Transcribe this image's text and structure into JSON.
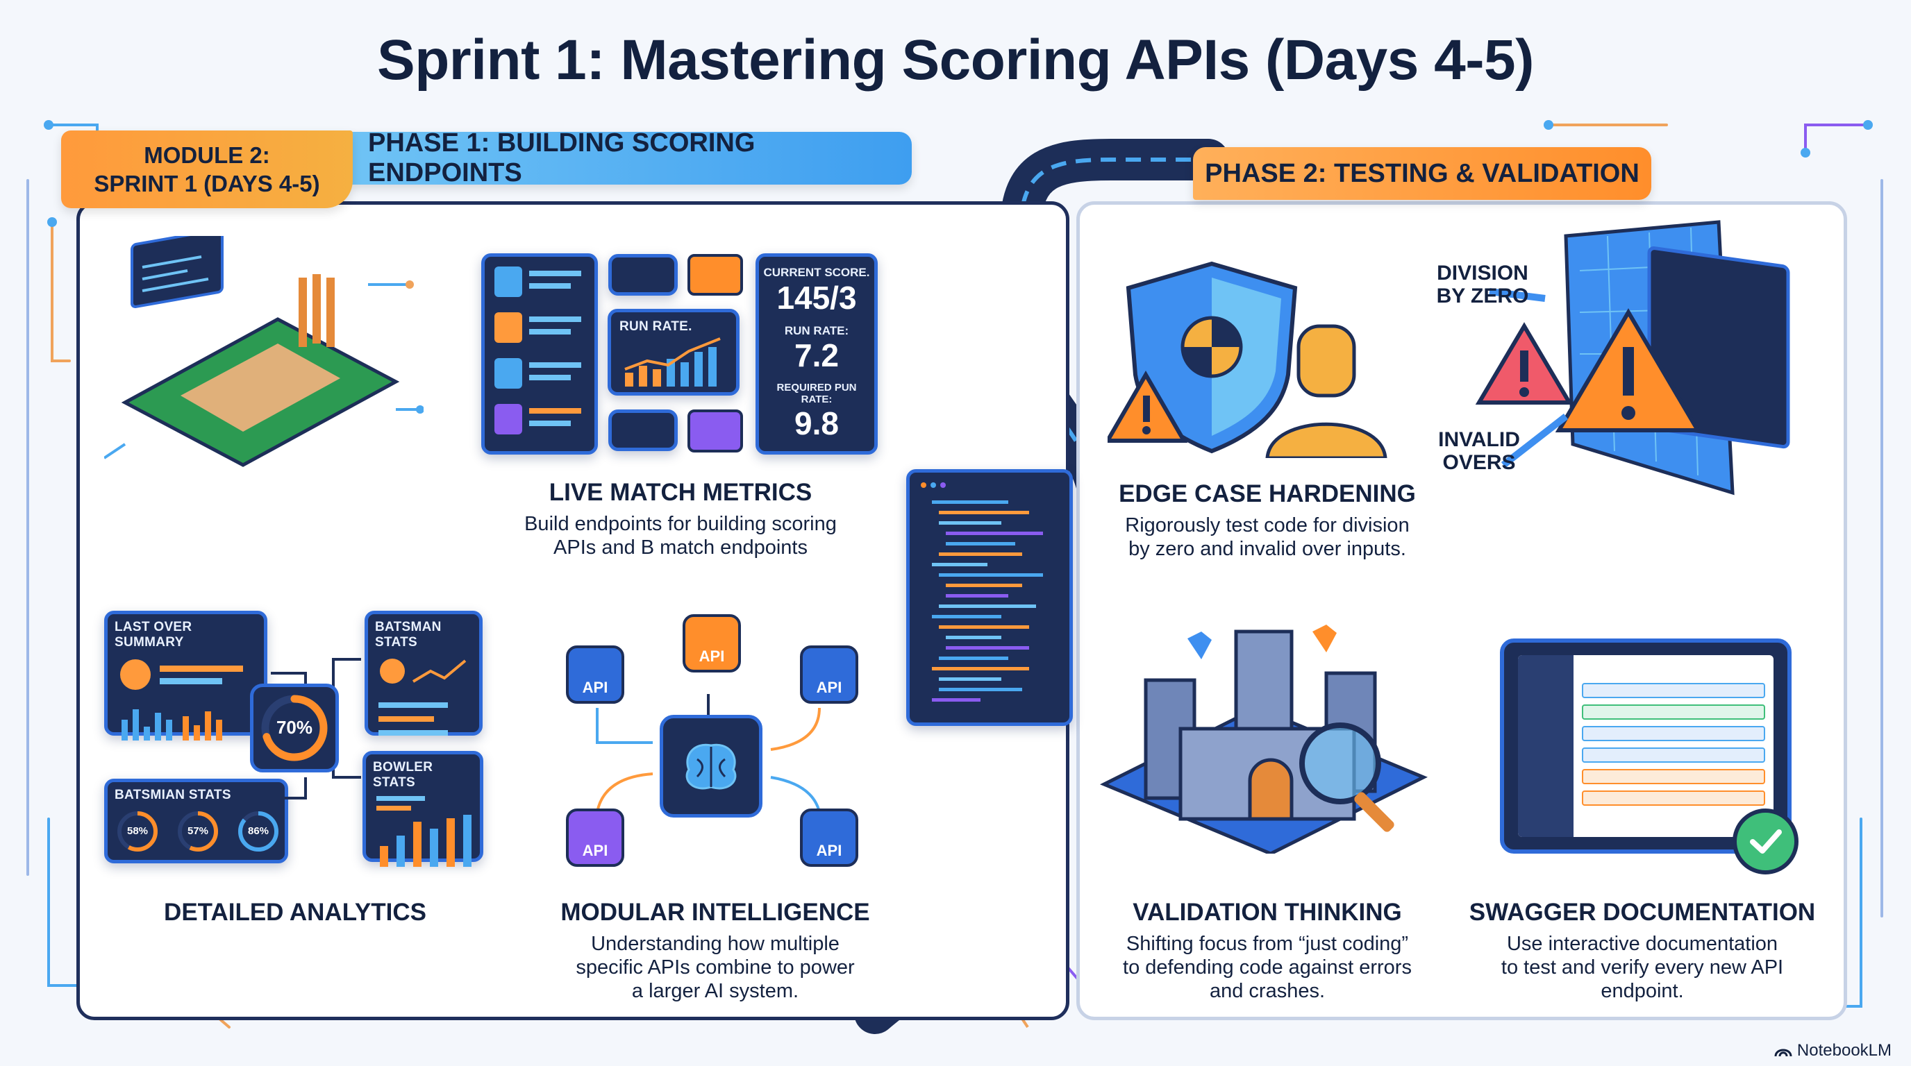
{
  "title": "Sprint 1: Mastering Scoring APIs (Days 4-5)",
  "module_tag": {
    "line1": "MODULE 2:",
    "line2": "SPRINT 1 (DAYS 4-5)"
  },
  "phase1": "PHASE 1: BUILDING SCORING ENDPOINTS",
  "phase2": "PHASE 2: TESTING & VALIDATION",
  "live_metrics": {
    "title": "LIVE MATCH METRICS",
    "desc_line1": "Build endpoints for building scoring",
    "desc_line2": "APIs and B match endpoints",
    "run_rate_chart_label": "RUN RATE.",
    "current_score_label": "CURRENT SCORE.",
    "current_score": "145/3",
    "run_rate_label": "RUN RATE:",
    "run_rate": "7.2",
    "required_label": "REQUIRED PUN RATE:",
    "required_value": "9.8"
  },
  "analytics": {
    "title": "DETAILED ANALYTICS",
    "last_over": "LAST OVER SUMMARY",
    "batsman_stats": "BATSMAN STATS",
    "batsmian_stats": "BATSMIAN STATS",
    "bowler_stats": "BOWLER STATS",
    "center_ring": "70%",
    "ring_values": [
      "58%",
      "57%",
      "86%"
    ],
    "progress": [
      0.7,
      0.58,
      0.57,
      0.86
    ]
  },
  "modular": {
    "title": "MODULAR INTELLIGENCE",
    "desc_line1": "Understanding how multiple",
    "desc_line2": "specific APIs combine to power",
    "desc_line3": "a larger AI system.",
    "api_label": "API"
  },
  "edge": {
    "title": "EDGE CASE HARDENING",
    "desc_line1": "Rigorously test code for division",
    "desc_line2": "by zero and invalid over inputs.",
    "div_zero_line1": "DIVISION",
    "div_zero_line2": "BY ZERO",
    "invalid_line1": "INVALID",
    "invalid_line2": "OVERS"
  },
  "validation": {
    "title": "VALIDATION THINKING",
    "desc_line1": "Shifting focus from “just coding”",
    "desc_line2": "to defending code against errors",
    "desc_line3": "and crashes."
  },
  "swagger": {
    "title": "SWAGGER DOCUMENTATION",
    "desc_line1": "Use interactive documentation",
    "desc_line2": "to test and verify every new API",
    "desc_line3": "endpoint."
  },
  "brand": "NotebookLM",
  "colors": {
    "navy": "#1d2e58",
    "blue": "#2f6bd9",
    "orange": "#ff8e2b",
    "sky": "#4aa8f0",
    "purple": "#8a5cf0",
    "green": "#3fbf7a"
  }
}
